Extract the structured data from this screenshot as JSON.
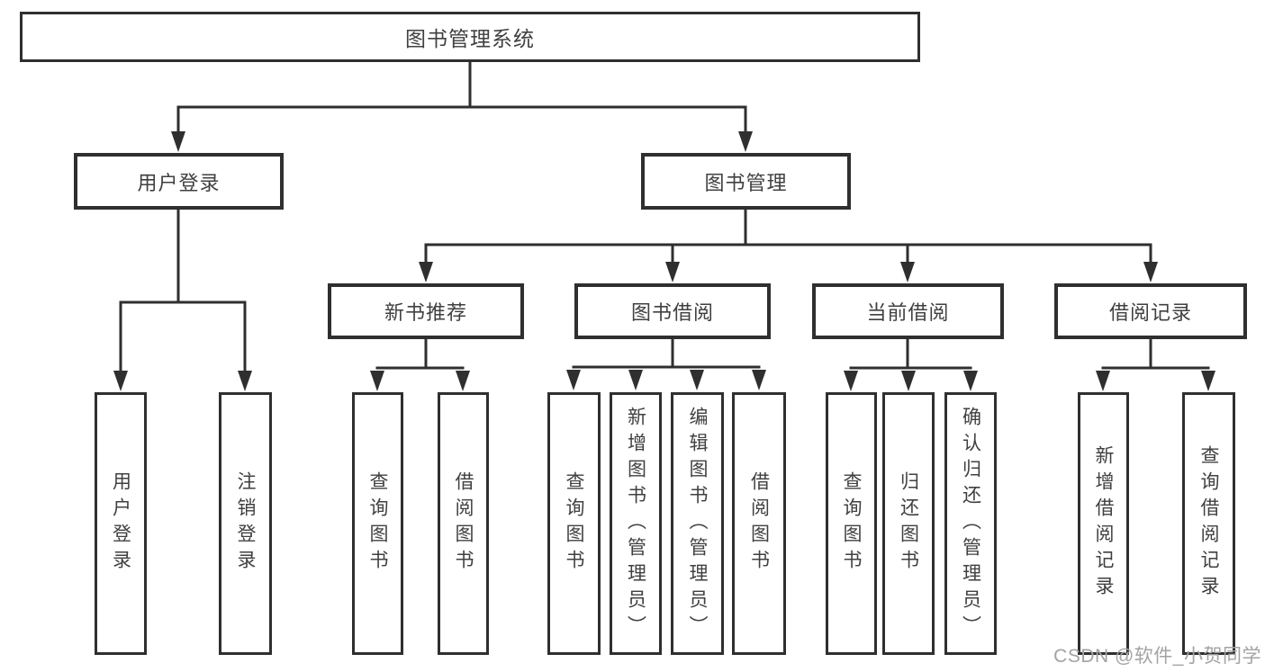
{
  "tree": {
    "root": {
      "label": "图书管理系统",
      "children": [
        {
          "label": "用户登录",
          "children": [
            {
              "label": "用户登录"
            },
            {
              "label": "注销登录"
            }
          ]
        },
        {
          "label": "图书管理",
          "children": [
            {
              "label": "新书推荐",
              "children": [
                {
                  "label": "查询图书"
                },
                {
                  "label": "借阅图书"
                }
              ]
            },
            {
              "label": "图书借阅",
              "children": [
                {
                  "label": "查询图书"
                },
                {
                  "label": "新增图书（管理员）"
                },
                {
                  "label": "编辑图书（管理员）"
                },
                {
                  "label": "借阅图书"
                }
              ]
            },
            {
              "label": "当前借阅",
              "children": [
                {
                  "label": "查询图书"
                },
                {
                  "label": "归还图书"
                },
                {
                  "label": "确认归还（管理员）"
                }
              ]
            },
            {
              "label": "借阅记录",
              "children": [
                {
                  "label": "新增借阅记录"
                },
                {
                  "label": "查询借阅记录"
                }
              ]
            }
          ]
        }
      ]
    }
  },
  "watermark": {
    "text": "CSDN @软件_小贺同学"
  },
  "colors": {
    "line": "#2f2f2f",
    "text": "#404040",
    "watermark": "#a3a3a3",
    "background": "#ffffff"
  }
}
